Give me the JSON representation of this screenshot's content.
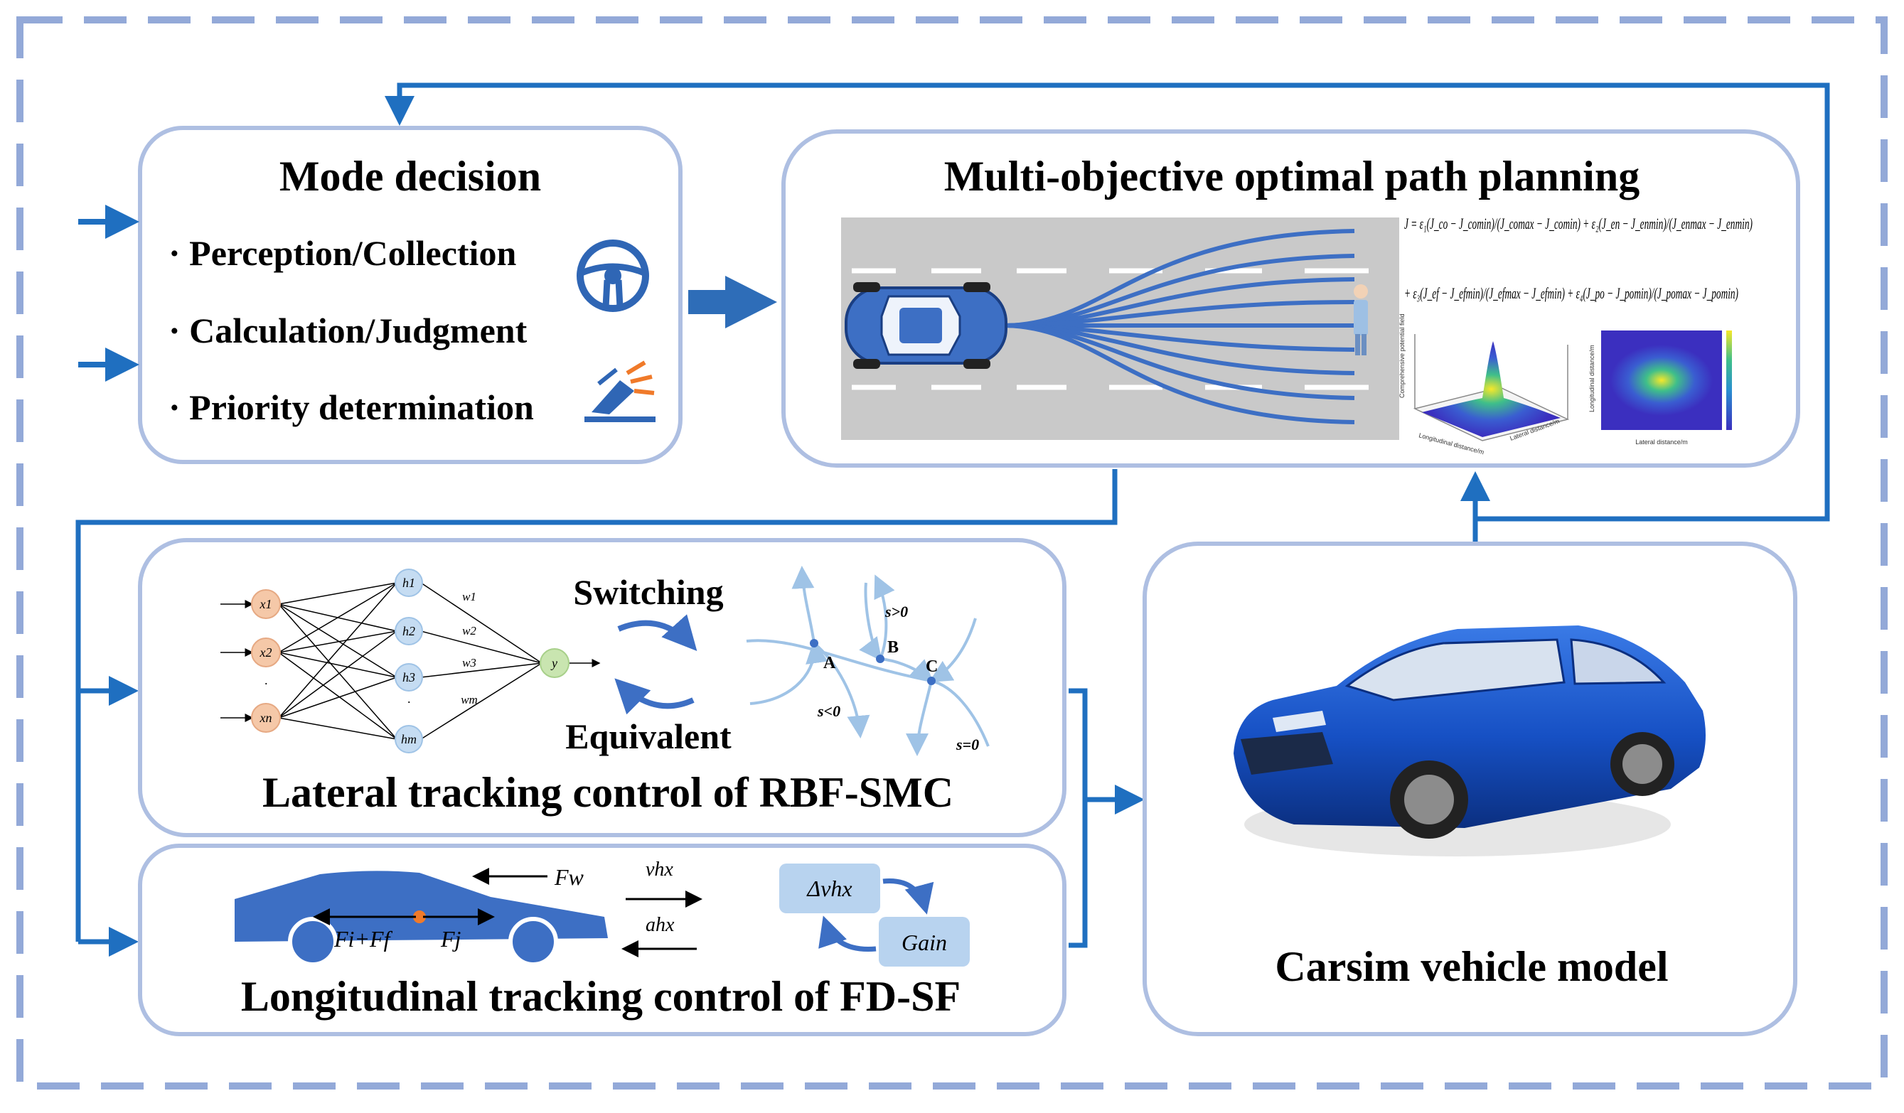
{
  "mode_decision": {
    "title": "Mode decision",
    "items": [
      "· Perception/Collection",
      "· Calculation/Judgment",
      "· Priority determination"
    ]
  },
  "path_planning": {
    "title": "Multi-objective optimal path planning",
    "equation_line1": "J = ε₁(J_co − J_comin)/(J_comax − J_comin) + ε₂(J_en − J_enmin)/(J_enmax − J_enmin)",
    "equation_line2": "+ ε₃(J_ef − J_efmin)/(J_efmax − J_efmin) + ε₄(J_po − J_pomin)/(J_pomax − J_pomin)",
    "surface_plot": {
      "z_label": "Comprehensive potential field",
      "x_label": "Longitudinal distance/m",
      "y_label": "Lateral distance/m"
    },
    "heatmap_plot": {
      "x_label": "Lateral distance/m",
      "y_label": "Longitudinal distance/m"
    }
  },
  "rbf_smc": {
    "title": "Lateral tracking control of RBF-SMC",
    "inputs": [
      "x1",
      "x2",
      "·",
      "xn"
    ],
    "hidden": [
      "h1",
      "h2",
      "h3",
      "·",
      "hm"
    ],
    "weights": [
      "w1",
      "w2",
      "w3",
      "wm"
    ],
    "output": "y",
    "switching_label": "Switching",
    "equivalent_label": "Equivalent",
    "points": [
      "A",
      "B",
      "C"
    ],
    "s_labels": [
      "s>0",
      "s<0",
      "s=0"
    ]
  },
  "fd_sf": {
    "title": "Longitudinal tracking control of FD-SF",
    "force_labels": [
      "Fw",
      "Fi+Ff",
      "Fj"
    ],
    "signal_labels": [
      "vhx",
      "ahx"
    ],
    "delta_label": "Δvhx",
    "gain_label": "Gain"
  },
  "carsim": {
    "title": "Carsim vehicle model"
  },
  "colors": {
    "arrow_blue": "#1f6fc0",
    "box_border": "#aebfe2",
    "dashed_border": "#93a9d8",
    "car_blue": "#3d6fc4",
    "road_gray": "#c9c9c9",
    "node_input": "#f5c8a8",
    "node_hidden": "#c5dcf2",
    "node_output": "#c9e5b0",
    "light_box": "#b8d3ef"
  },
  "icons": [
    "steering-wheel-icon",
    "brake-pedal-icon",
    "pedestrian-icon"
  ]
}
